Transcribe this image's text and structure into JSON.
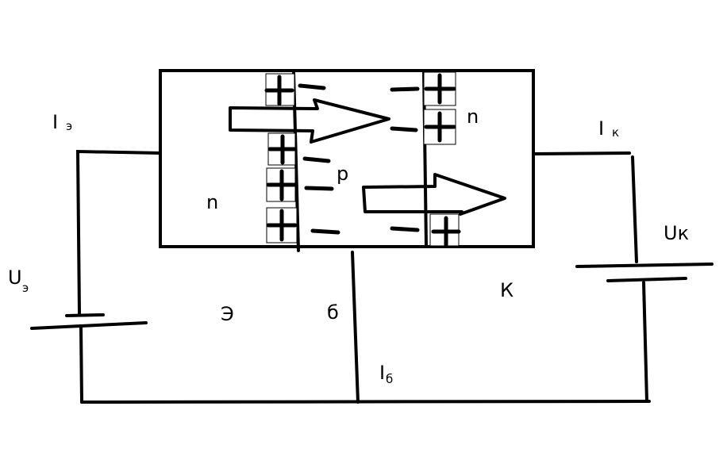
{
  "labels": {
    "emitter_region": "n",
    "base_region": "p",
    "collector_region": "n",
    "emitter_current": "I",
    "emitter_current_sub": "э",
    "collector_current": "I",
    "collector_current_sub": "к",
    "base_current": "I",
    "base_current_sub": "б",
    "emitter_voltage": "U",
    "emitter_voltage_sub": "э",
    "collector_voltage": "Uк",
    "emitter_terminal": "Э",
    "base_terminal": "б",
    "collector_terminal": "К"
  },
  "charges": {
    "positive_symbol": "+",
    "negative_symbol": "−"
  }
}
